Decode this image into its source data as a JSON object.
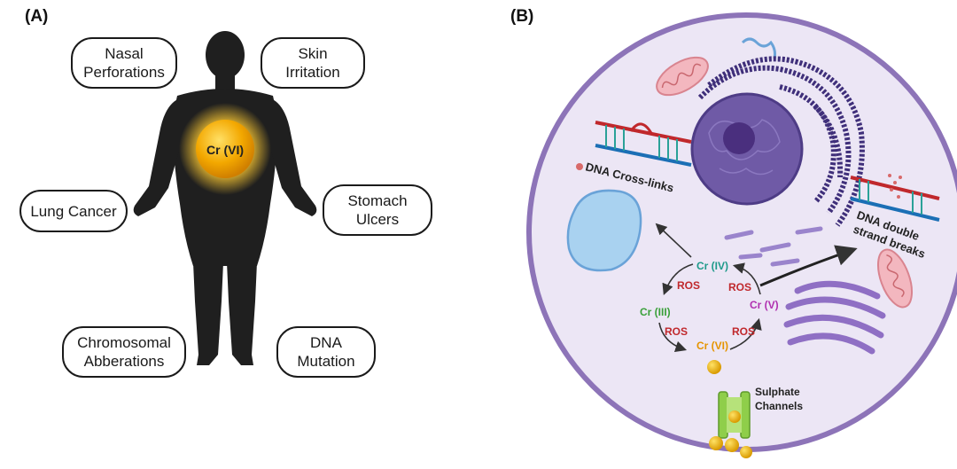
{
  "panel_a": {
    "label": "(A)",
    "center": "Cr (VI)",
    "effects": {
      "nasal": "Nasal\nPerforations",
      "skin": "Skin\nIrritation",
      "lung": "Lung Cancer",
      "stomach": "Stomach\nUlcers",
      "chromosomal": "Chromosomal\nAbberations",
      "dna_mutation": "DNA\nMutation"
    }
  },
  "panel_b": {
    "label": "(B)",
    "dna_crosslinks": "DNA Cross-links",
    "dna_breaks_1": "DNA double",
    "dna_breaks_2": "strand breaks",
    "cycle": {
      "cr4": "Cr (IV)",
      "cr5": "Cr (V)",
      "cr6": "Cr (VI)",
      "cr3": "Cr (III)",
      "ros_left_top": "ROS",
      "ros_right_top": "ROS",
      "ros_left_bottom": "ROS",
      "ros_right_bottom": "ROS"
    },
    "channel_1": "Sulphate",
    "channel_2": "Channels"
  },
  "colors": {
    "cell_fill": "#ece6f5",
    "cell_border": "#8d74b8",
    "nucleus": "#6f5aa6",
    "er": "#3f2f7a",
    "gold": "#f2b705",
    "ros": "#c0282c",
    "cr4": "#1e9a8a",
    "cr5": "#b030b0",
    "cr6": "#e59400",
    "cr3": "#3aa03a"
  }
}
